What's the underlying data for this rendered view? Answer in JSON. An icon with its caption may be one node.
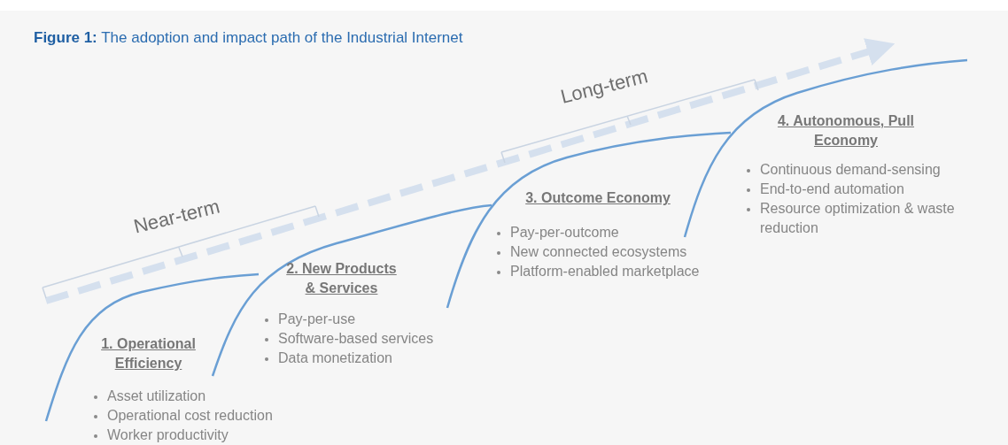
{
  "diagram": {
    "title": "**Figure 1:** The adoption and impact path of the Industrial Internet",
    "labels": [
      "Near-term",
      "Long-term",
      "1. Operational Efficiency",
      "Asset utilization",
      "Operational cost reduction",
      "Worker productivity",
      "2. New Products & Services",
      "Pay-per-use",
      "Software-based services",
      "Data monetization",
      "3. Outcome Economy",
      "Pay-per-outcome",
      "New connected ecosystems",
      "Platform-enabled marketplace",
      "4. Autonomous, Pull Economy",
      "Continuous demand-sensing",
      "End-to-end automation",
      "Resource optimization & waste reduction"
    ]
  }
}
